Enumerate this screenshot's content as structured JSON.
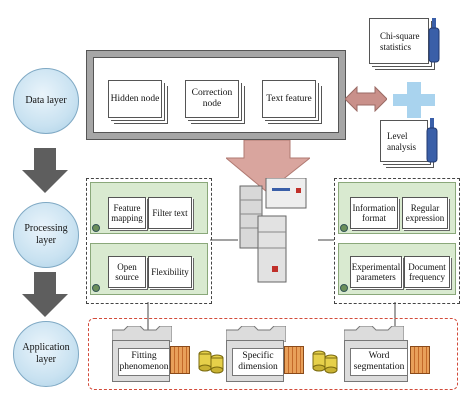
{
  "layers": {
    "data": "Data layer",
    "processing": "Processing layer",
    "application": "Application layer"
  },
  "data_layer": {
    "nodes": [
      "Hidden node",
      "Correction node",
      "Text feature"
    ]
  },
  "stats": {
    "chi_square": "Chi-square statistics",
    "level": "Level analysis"
  },
  "processing": {
    "left_top": [
      "Feature mapping",
      "Filter text"
    ],
    "left_bottom": [
      "Open source",
      "Flexibility"
    ],
    "right_top": [
      "Information format",
      "Regular expression"
    ],
    "right_bottom": [
      "Experimental parameters",
      "Document frequency"
    ]
  },
  "application": {
    "items": [
      "Fitting phenomenon",
      "Specific dimension",
      "Word segmentation"
    ]
  },
  "colors": {
    "circle": "#c9e2f1",
    "panel_green": "#d9ead0",
    "big_arrow": "#d9a59e",
    "app_border": "#d24a3a"
  }
}
